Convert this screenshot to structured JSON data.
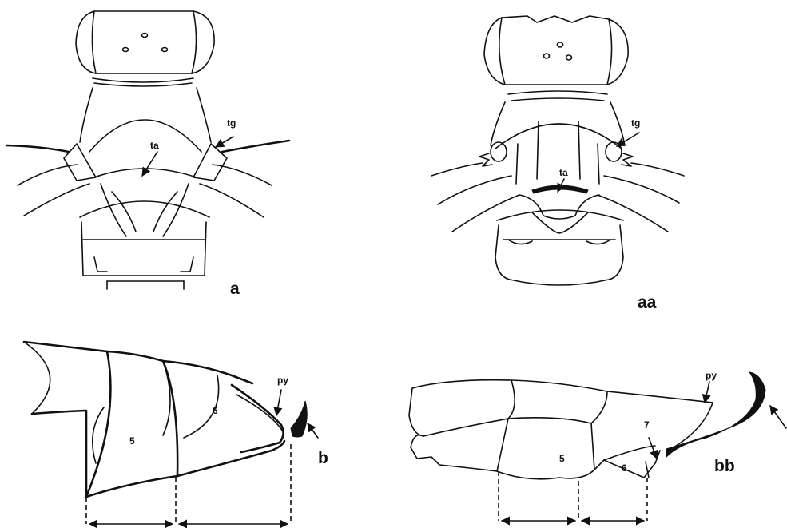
{
  "panels": {
    "a": {
      "label": "a",
      "tg": "tg",
      "ta": "ta"
    },
    "aa": {
      "label": "aa",
      "tg": "tg",
      "ta": "ta"
    },
    "b": {
      "label": "b",
      "py": "py",
      "seg5": "5",
      "seg6": "6"
    },
    "bb": {
      "label": "bb",
      "py": "py",
      "seg5": "5",
      "seg6": "6",
      "seg7": "7"
    }
  }
}
